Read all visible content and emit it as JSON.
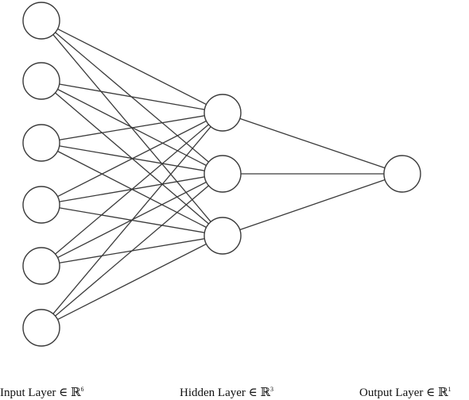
{
  "layers": [
    {
      "id": "input",
      "label": "Input Layer ∈ ℝ",
      "dim": "6",
      "nodes": 6
    },
    {
      "id": "hidden",
      "label": "Hidden Layer ∈ ℝ",
      "dim": "3",
      "nodes": 3
    },
    {
      "id": "output",
      "label": "Output Layer ∈ ℝ",
      "dim": "1",
      "nodes": 1
    }
  ],
  "connectivity": "fully-connected",
  "colors": {
    "stroke": "#3a3a3a",
    "node_fill": "#ffffff",
    "background": "#ffffff"
  }
}
